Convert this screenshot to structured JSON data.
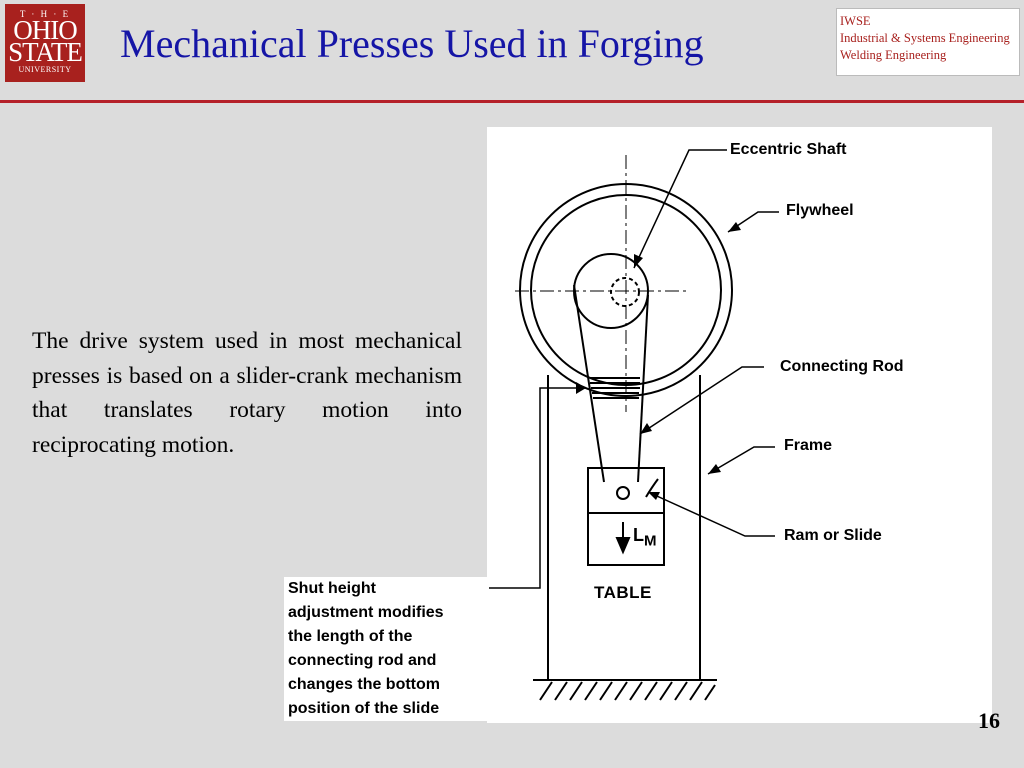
{
  "logo": {
    "line1": "T · H · E",
    "line2": "OHIO",
    "line3": "STATE",
    "line4": "UNIVERSITY"
  },
  "title": "Mechanical Presses Used in Forging",
  "iwse": {
    "line1": "IWSE",
    "line2": "Industrial & Systems Engineering",
    "line3": "Welding Engineering"
  },
  "body_text": "The drive system used in most mechanical presses is based on a slider-crank mechanism that translates rotary motion into reciprocating motion.",
  "diagram": {
    "labels": {
      "eccentric_shaft": "Eccentric Shaft",
      "flywheel": "Flywheel",
      "connecting_rod": "Connecting Rod",
      "frame": "Frame",
      "ram_or_slide": "Ram or Slide",
      "lm": "L",
      "lm_sub": "M",
      "table": "TABLE"
    },
    "shut_height_note": [
      "Shut height",
      "adjustment modifies",
      "the length of the",
      "connecting rod and",
      "changes the bottom",
      "position of the slide"
    ]
  },
  "page_number": "16"
}
